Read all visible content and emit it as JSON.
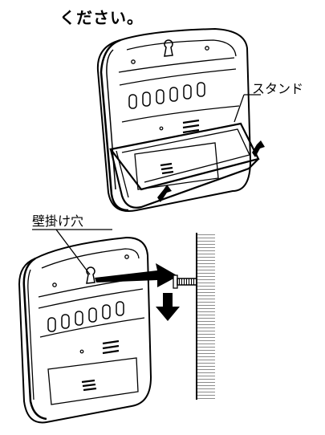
{
  "heading": "ください。",
  "labels": {
    "stand": "スタンド",
    "wall_hole": "壁掛け穴"
  }
}
